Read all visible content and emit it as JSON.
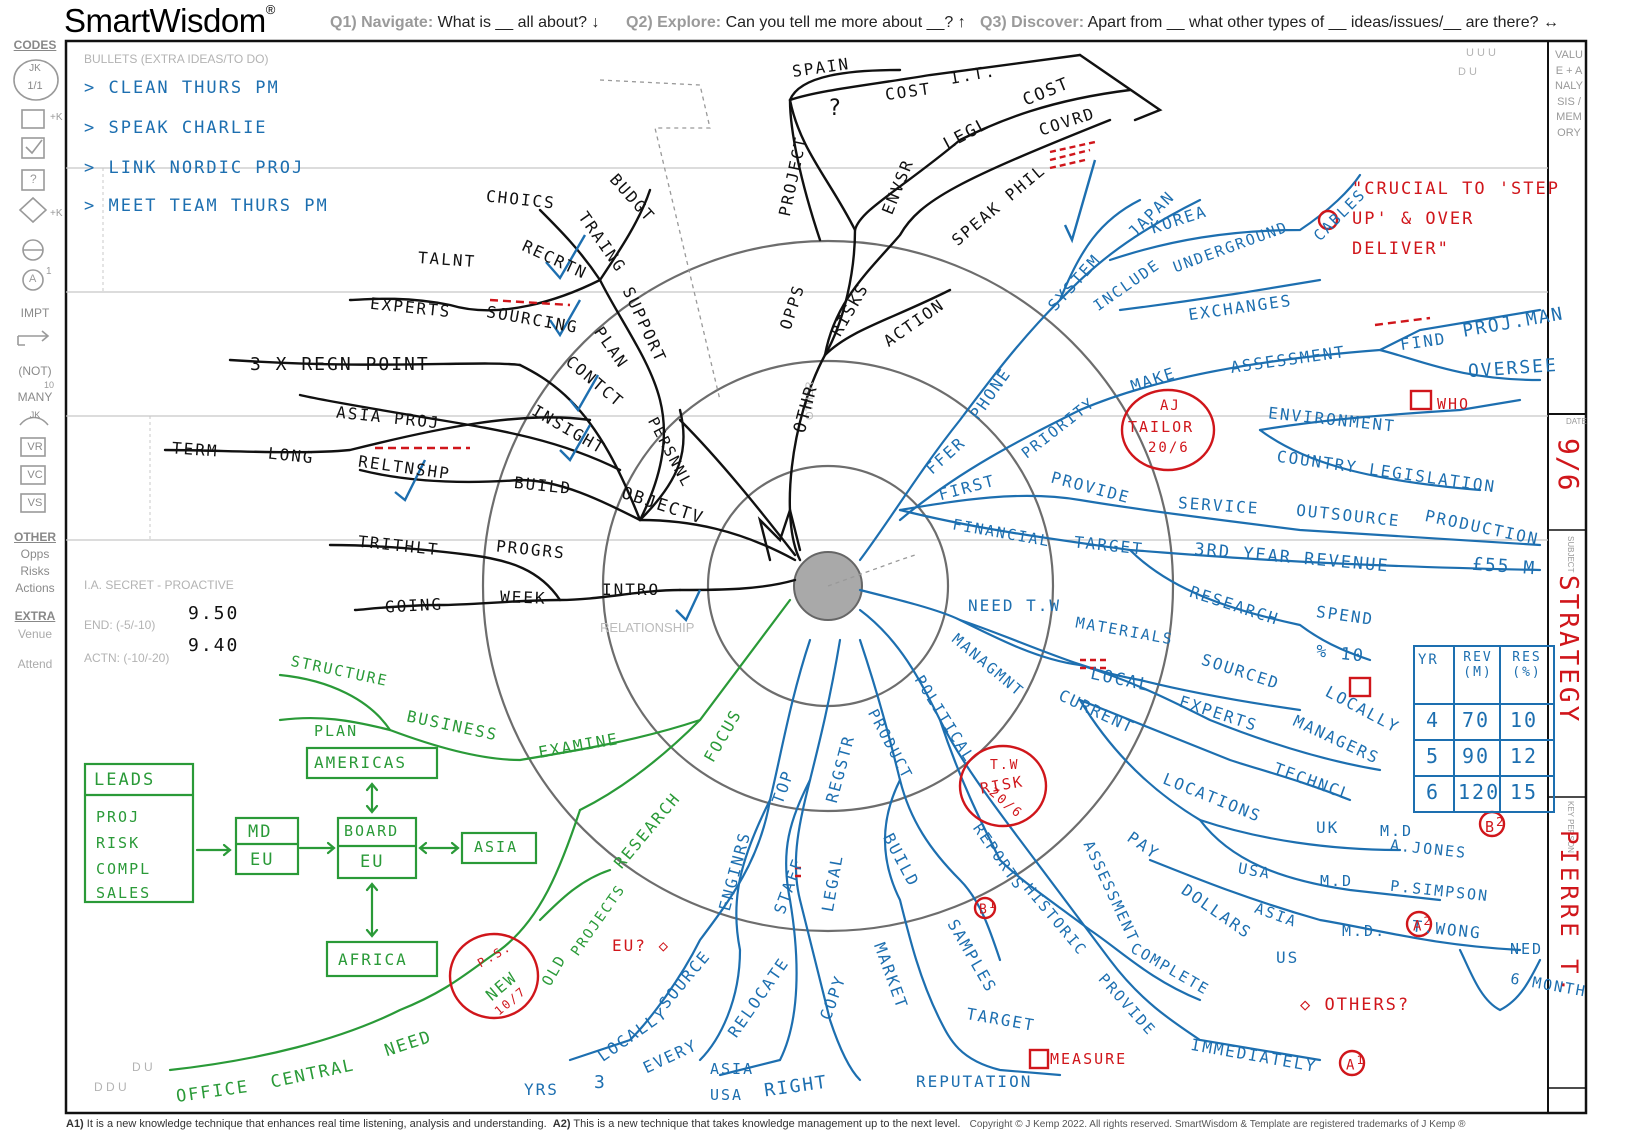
{
  "header": {
    "brand": "SmartWisdom",
    "brand_mark": "®",
    "q1_key": "Q1) Navigate:",
    "q1_text": "What is __ all about?",
    "q2_key": "Q2) Explore:",
    "q2_text": "Can you tell me more about __?",
    "q3_key": "Q3) Discover:",
    "q3_text": "Apart from __ what other types of __ ideas/issues/__ are there?"
  },
  "left_sidebar": {
    "codes": "CODES",
    "badge_top": "JK",
    "badge_bottom": "1/1",
    "plus_k1": "+K",
    "q_mark": "?",
    "plus_k2": "+K",
    "a_mark": "A",
    "one": "1",
    "impt": "IMPT",
    "not": "(NOT)",
    "many": "MANY",
    "ten": "10",
    "jk": "JK",
    "vr": "VR",
    "vc": "VC",
    "vs": "VS",
    "other": "OTHER",
    "opps": "Opps",
    "risks": "Risks",
    "actions": "Actions",
    "extra": "EXTRA",
    "venue": "Venue",
    "attend": "Attend"
  },
  "right_sidebar": {
    "value_label": "VALUE + ANALYSIS / MEMORY",
    "top_marks": "U  U  U",
    "top_marks2": "D  U",
    "date_label": "DATE",
    "date_value": "9/6",
    "subject_label": "SUBJECT",
    "subject_value": "STRATEGY",
    "key_person_label": "KEY PERSON",
    "key_person_value": "PIERRE T."
  },
  "bullets": {
    "header": "BULLETS (EXTRA IDEAS/TO DO)",
    "items": [
      "CLEAN THURS PM",
      "SPEAK CHARLIE",
      "LINK NORDIC PROJ",
      "MEET TEAM THURS PM"
    ]
  },
  "ia_box": {
    "title": "I.A. SECRET - PROACTIVE",
    "end_label": "END:  (-5/-10)",
    "end_value": "9.50",
    "actn_label": "ACTN: (-10/-20)",
    "actn_value": "9.40"
  },
  "rings": {
    "other": "OTHER",
    "relationship": "RELATIONSHIP"
  },
  "black_branches": {
    "main": [
      "OTHR",
      "OBJECTV",
      "PERSNNL",
      "INTRO"
    ],
    "other_sub": [
      "OPPS",
      "RISKS",
      "ACTION"
    ],
    "opps": [
      "PROJECT",
      "SPAIN",
      "?",
      "COST",
      "I.T.",
      "LEGL",
      "COST",
      "COVRD",
      "ENVSR",
      "SPEAK PHIL"
    ],
    "objective": [
      "BUILD",
      "INSIGHT",
      "CONTCT",
      "PLAN",
      "SUPPORT",
      "TRAING",
      "BUDGT",
      "CHOICS",
      "RECRTN",
      "TALNT",
      "SOURCING",
      "EXPERTS",
      "3  X  REGN POINT",
      "ASIA  PROJ",
      "RELTNSHP",
      "LONG",
      "TERM"
    ],
    "intro": [
      "WEEK",
      "GOING",
      "PROGRS",
      "TRITHLT"
    ]
  },
  "blue_branches": {
    "labels": [
      "PHONE",
      "SYSTEM",
      "JAPAN",
      "KOREA",
      "INCLUDE",
      "UNDERGROUND",
      "CABLES",
      "EXCHANGES",
      "FFER",
      "FIRST",
      "PRIORITY",
      "MAKE",
      "ASSESSMENT",
      "FIND",
      "PROJ.MAN",
      "OVERSEE",
      "WHO",
      "ENVIRONMENT",
      "COUNTRY LEGISLATION",
      "PROVIDE",
      "SERVICE",
      "OUTSOURCE",
      "PRODUCTION",
      "FINANCIAL",
      "TARGET",
      "3RD YEAR REVENUE",
      "£55 M",
      "RESEARCH",
      "SPEND",
      "% 10",
      "NEED T.W",
      "MANAGMNT",
      "MATERIALS",
      "LOCAL",
      "SOURCED",
      "LOCALLY",
      "CURRENT",
      "EXPERTS",
      "MANAGERS",
      "TECHNCL",
      "POLITICAL",
      "REPORTS",
      "ASSESSMENT",
      "COMPLETE",
      "HISTORIC",
      "PROVIDE",
      "IMMEDIATELY",
      "LOCATIONS",
      "UK",
      "M.D",
      "A.JONES",
      "PAY",
      "USA",
      "M.D",
      "P.SIMPSON",
      "DOLLARS",
      "US",
      "ASIA",
      "M.D.",
      "T.WONG",
      "NED",
      "6 MONTH",
      "PRODUCT",
      "BUILD",
      "SAMPLES",
      "MARKET",
      "TARGET",
      "MEASURE",
      "REPUTATION",
      "REGSTR",
      "LEGAL",
      "TOP",
      "STAFF",
      "ENGINRS",
      "SOURCE",
      "LOCALLY",
      "RELOCATE",
      "EVERY",
      "3",
      "YRS",
      "COPY",
      "ASIA",
      "USA",
      "RIGHT"
    ]
  },
  "green_branches": {
    "labels": [
      "FOCUS",
      "EXAMINE",
      "BUSINESS",
      "PLAN",
      "STRUCTURE",
      "RESEARCH",
      "PROJECTS",
      "OLD",
      "NEW",
      "OFFICE",
      "CENTRAL",
      "NEED"
    ],
    "leads_title": "LEADS",
    "leads_items": [
      "PROJ",
      "RISK",
      "COMPL",
      "SALES"
    ],
    "md_box_top": "MD",
    "md_box_bottom": "EU",
    "board_top": "BOARD",
    "board_bottom": "EU",
    "americas": "AMERICAS",
    "asia": "ASIA",
    "africa": "AFRICA"
  },
  "red_marks": {
    "quote": "\"CRUCIAL TO 'STEP UP' & OVER DELIVER\"",
    "aj_circle_top": "AJ",
    "aj_circle_mid": "TAILOR",
    "aj_circle_bot": "20/6",
    "tw_circle_top": "T.W",
    "tw_circle_mid": "RISK",
    "tw_circle_bot": "20/6",
    "ps_circle_top": "P.S.",
    "ps_circle_bot": "10/7",
    "b2": "B",
    "b2_sup": "2",
    "b1": "B",
    "b1_sup": "1",
    "a2": "A",
    "a2_sup": "2",
    "a1": "A",
    "a1_sup": "1",
    "others": "OTHERS?",
    "eu": "EU?"
  },
  "table": {
    "headers": [
      "YR",
      "REV (M)",
      "RES (%)"
    ],
    "rows": [
      [
        "4",
        "70",
        "10"
      ],
      [
        "5",
        "90",
        "12"
      ],
      [
        "6",
        "120",
        "15"
      ]
    ]
  },
  "footer": {
    "a1_key": "A1)",
    "a1_text": "It is a new knowledge technique that enhances real time listening, analysis and understanding.",
    "a2_key": "A2)",
    "a2_text": "This is a new technique that takes knowledge management up to the next level.",
    "copyright": "Copyright © J Kemp 2022. All rights reserved. SmartWisdom & Template are registered trademarks of J Kemp ®"
  },
  "bottom_left_marks": {
    "top": "D  U",
    "bottom": "D  D  U"
  }
}
